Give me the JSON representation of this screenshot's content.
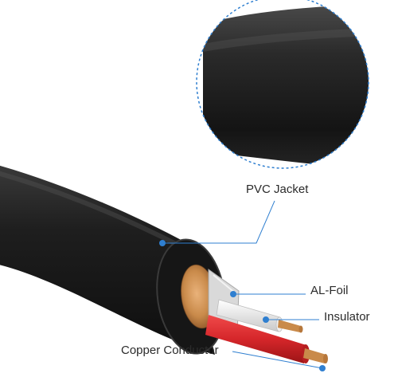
{
  "diagram": {
    "labels": {
      "pvc_jacket": "PVC Jacket",
      "al_foil": "AL-Foil",
      "insulator": "Insulator",
      "copper_conductor": "Copper Conductor"
    },
    "colors": {
      "jacket": "#1c1c1c",
      "callout_dot": "#2f7fd0",
      "callout_line": "#2f7fd0",
      "foil": "#d9d9d9",
      "red_insulation": "#d5262a",
      "white_insulation": "#f1f1f1",
      "copper": "#c98a4a",
      "label_text": "#2b2b2b"
    }
  }
}
